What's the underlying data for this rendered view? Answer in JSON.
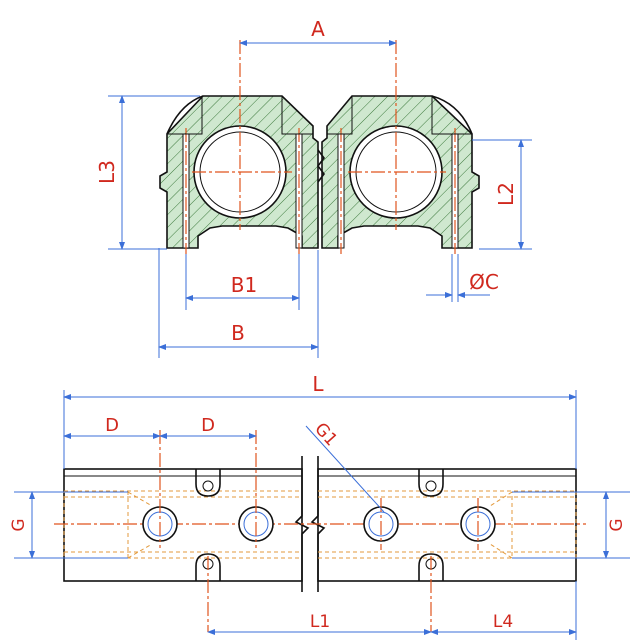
{
  "labels": {
    "a": "A",
    "l3": "L3",
    "l2": "L2",
    "b1": "B1",
    "b": "B",
    "oc": "ØC",
    "l": "L",
    "d_left": "D",
    "d_right": "D",
    "g1": "G1",
    "g_left": "G",
    "g_right": "G",
    "l1": "L1",
    "l4": "L4"
  },
  "colors": {
    "label": "#d0281e",
    "outline": "#111111",
    "dimension": "#3b6fd8",
    "centerline": "#e0551e",
    "hidden": "#e39a3c",
    "hatch_fill": "#cfe8cf",
    "hatch_line": "#3d7a3d"
  }
}
